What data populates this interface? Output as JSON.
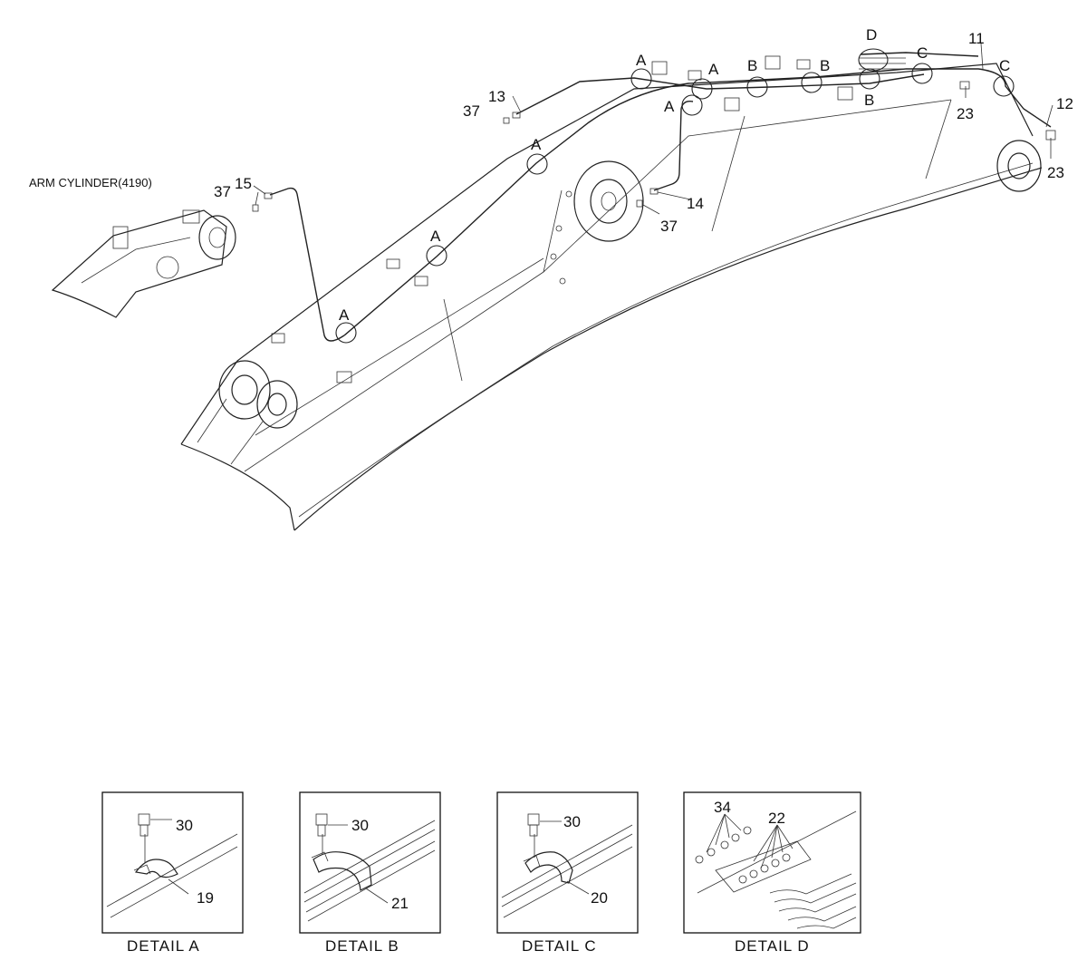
{
  "title": "ARM CYLINDER(4190)",
  "part_numbers": {
    "p11": "11",
    "p12": "12",
    "p13": "13",
    "p14": "14",
    "p15": "15",
    "p23a": "23",
    "p23b": "23",
    "p37a": "37",
    "p37b": "37",
    "p37c": "37"
  },
  "detail_markers": {
    "a": "A",
    "b": "B",
    "c": "C",
    "d": "D"
  },
  "details": [
    {
      "caption": "DETAIL  A",
      "bolt": "30",
      "clamp": "19"
    },
    {
      "caption": "DETAIL  B",
      "bolt": "30",
      "clamp": "21"
    },
    {
      "caption": "DETAIL  C",
      "bolt": "30",
      "clamp": "20"
    },
    {
      "caption": "DETAIL  D",
      "bolt": "34",
      "clamp": "22"
    }
  ]
}
